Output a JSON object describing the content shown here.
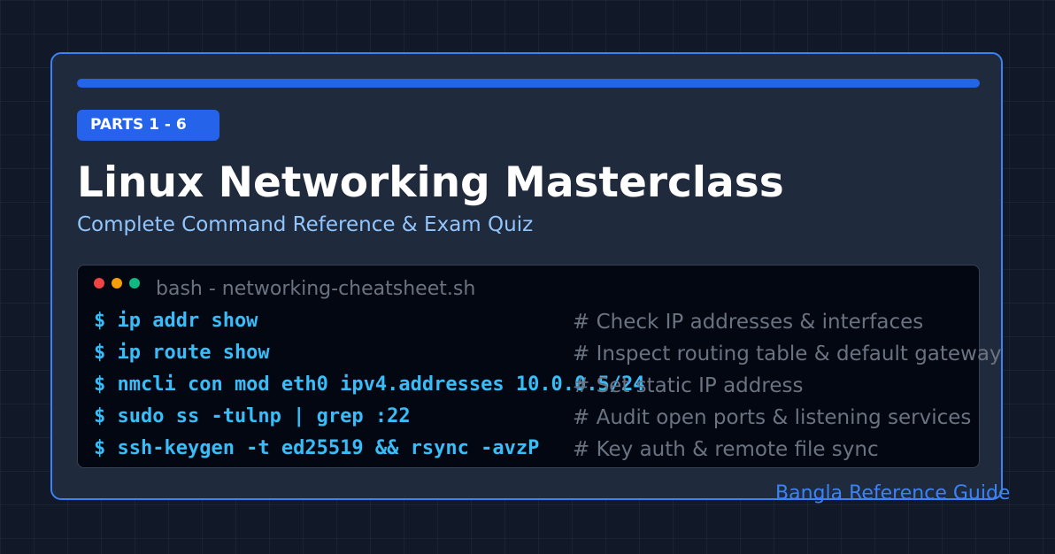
{
  "badge": "PARTS 1 - 6",
  "title": "Linux Networking Masterclass",
  "subtitle": "Complete Command Reference & Exam Quiz",
  "terminal": {
    "title": "bash - networking-cheatsheet.sh",
    "lines": [
      {
        "command": "$ ip addr show",
        "comment": "# Check IP addresses & interfaces"
      },
      {
        "command": "$ ip route show",
        "comment": "# Inspect routing table & default gateway"
      },
      {
        "command": "$ nmcli con mod eth0 ipv4.addresses 10.0.0.5/24",
        "comment": "# Set static IP address"
      },
      {
        "command": "$ sudo ss -tulnp | grep :22",
        "comment": "# Audit open ports & listening services"
      },
      {
        "command": "$ ssh-keygen -t ed25519 && rsync -avzP",
        "comment": "# Key auth & remote file sync"
      }
    ]
  },
  "footer": "Bangla Reference Guide",
  "colors": {
    "accent": "#2563eb",
    "border": "#3b82f6",
    "command": "#38bdf8",
    "comment": "#6b7280",
    "subtitle": "#93c5fd",
    "dot_red": "#ef4444",
    "dot_yellow": "#f59e0b",
    "dot_green": "#10b981"
  }
}
